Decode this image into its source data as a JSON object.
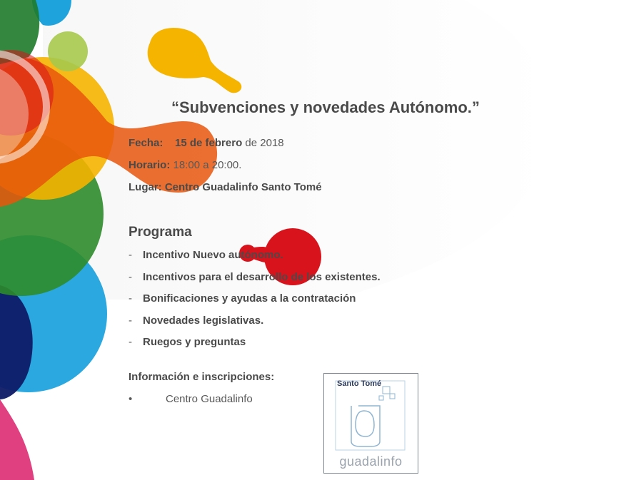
{
  "event": {
    "title": "“Subvenciones y novedades Autónomo.”",
    "fecha_label": "Fecha:",
    "fecha_value_bold": "15 de febrero",
    "fecha_value_rest": " de 2018",
    "horario_label": "Horario:",
    "horario_value": " 18:00 a 20:00.",
    "lugar_label": "Lugar:",
    "lugar_value": " Centro Guadalinfo Santo Tomé"
  },
  "programa": {
    "heading": "Programa",
    "dash": "-",
    "items": [
      "Incentivo Nuevo autónomo.",
      "Incentivos para el desarrollo de los existentes.",
      "Bonificaciones y ayudas a la contratación",
      "Novedades legislativas.",
      "Ruegos y preguntas"
    ]
  },
  "info": {
    "heading": "Información e inscripciones:",
    "bullet": "•",
    "items": [
      "Centro Guadalinfo"
    ]
  },
  "logo": {
    "top_text": "Santo Tomé",
    "bottom_text": "guadalinfo",
    "icon": "guadalinfo-g-logo"
  },
  "colors": {
    "text": "#595959",
    "heading": "#4a4a4a",
    "orange": "#f08a00",
    "yellow": "#f5b400",
    "red": "#d9131c",
    "green": "#2e8b2a",
    "blue": "#1fa3dd",
    "navy": "#0d1a66",
    "magenta": "#e0407f"
  }
}
